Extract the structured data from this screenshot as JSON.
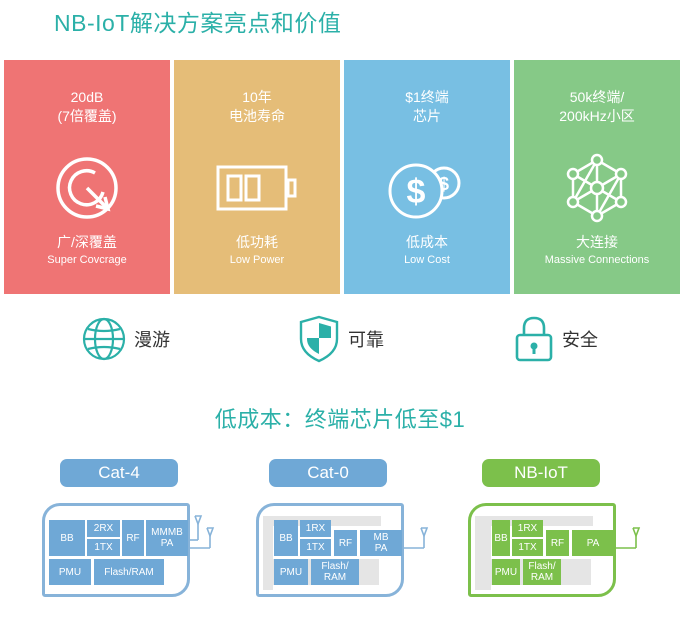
{
  "title": "NB-IoT解决方案亮点和价值",
  "cards": [
    {
      "head1": "20dB",
      "head2": "(7倍覆盖)",
      "cn": "广/深覆盖",
      "en": "Super Covcrage",
      "icon": "coverage-icon",
      "color": "#ef7474"
    },
    {
      "head1": "10年",
      "head2": "电池寿命",
      "cn": "低功耗",
      "en": "Low Power",
      "icon": "battery-icon",
      "color": "#e5bd78"
    },
    {
      "head1": "$1终端",
      "head2": "芯片",
      "cn": "低成本",
      "en": "Low Cost",
      "icon": "dollar-coins-icon",
      "color": "#78bfe3"
    },
    {
      "head1": "50k终端/",
      "head2": "200kHz小区",
      "cn": "大连接",
      "en": "Massive Connections",
      "icon": "network-icon",
      "color": "#86c987"
    }
  ],
  "features": [
    {
      "label": "漫游",
      "icon": "globe-icon"
    },
    {
      "label": "可靠",
      "icon": "shield-icon"
    },
    {
      "label": "安全",
      "icon": "padlock-icon"
    }
  ],
  "subtitle": "低成本：终端芯片低至$1",
  "chips": [
    {
      "name": "Cat-4",
      "color": "#6fa8d6",
      "outline": "#87b3d9",
      "blocks": {
        "bb": "BB",
        "rx": "2RX",
        "tx": "1TX",
        "rf": "RF",
        "pa": "MMMB PA",
        "pmu": "PMU",
        "flash": "Flash/RAM"
      }
    },
    {
      "name": "Cat-0",
      "color": "#6fa8d6",
      "outline": "#87b3d9",
      "blocks": {
        "bb": "BB",
        "rx": "1RX",
        "tx": "1TX",
        "rf": "RF",
        "pa": "MB PA",
        "pmu": "PMU",
        "flash": "Flash/ RAM"
      }
    },
    {
      "name": "NB-IoT",
      "color": "#7cc04b",
      "outline": "#7cc04b",
      "blocks": {
        "bb": "BB",
        "rx": "1RX",
        "tx": "1TX",
        "rf": "RF",
        "pa": "PA",
        "pmu": "PMU",
        "flash": "Flash/ RAM"
      }
    }
  ]
}
